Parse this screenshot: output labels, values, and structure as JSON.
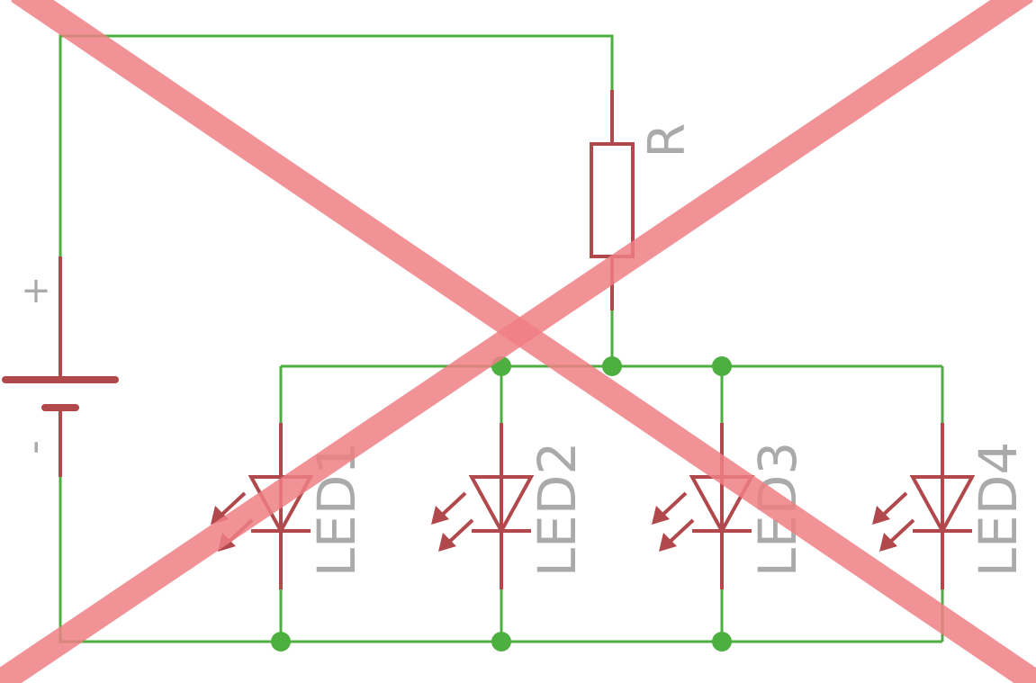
{
  "battery": {
    "plus": "+",
    "minus": "-"
  },
  "resistor": {
    "label": "R"
  },
  "leds": [
    {
      "label": "LED1"
    },
    {
      "label": "LED2"
    },
    {
      "label": "LED3"
    },
    {
      "label": "LED4"
    }
  ],
  "colors": {
    "wire": "#4caf3f",
    "component": "#b0484c",
    "label": "#aaaaaa",
    "cross": "#ef7f85"
  }
}
